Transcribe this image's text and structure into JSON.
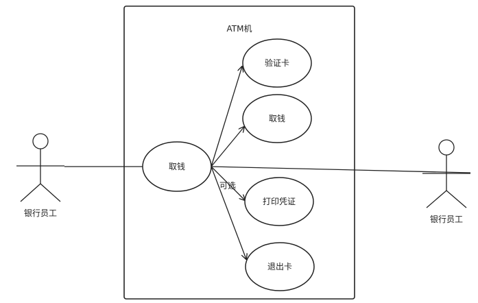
{
  "system": {
    "title": "ATM机"
  },
  "actors": {
    "left_label": "银行员工",
    "right_label": "银行员工"
  },
  "use_cases": {
    "main": "取钱",
    "verify_card": "验证卡",
    "withdraw": "取钱",
    "print_receipt": "打印凭证",
    "eject_card": "退出卡"
  },
  "relations": {
    "optional_label": "可选"
  },
  "colors": {
    "line": "#222222",
    "background": "#ffffff"
  }
}
